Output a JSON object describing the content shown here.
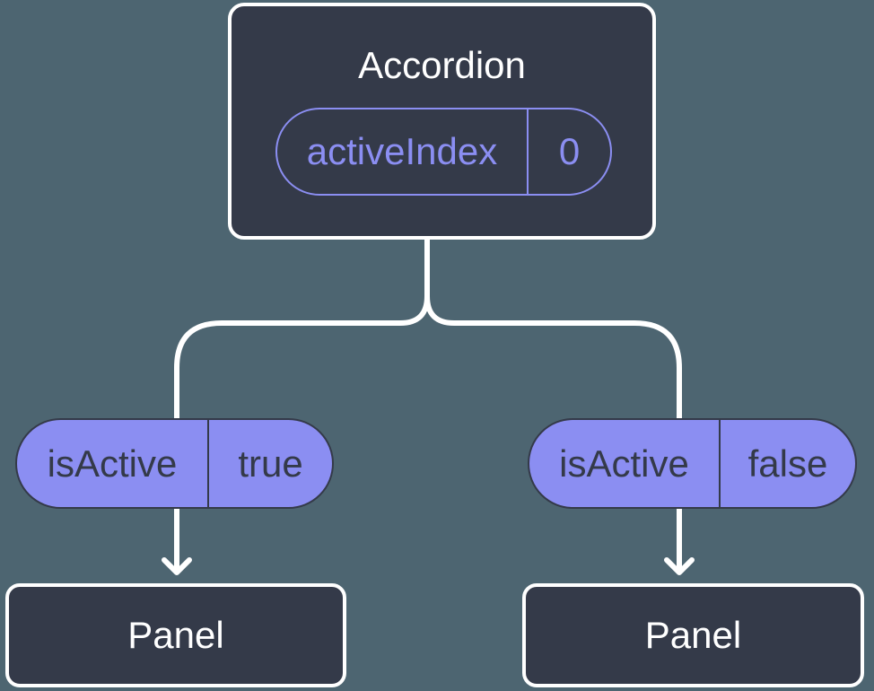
{
  "colors": {
    "background": "#4D6571",
    "node_fill": "#343A49",
    "node_border": "#FFFFFF",
    "pill_fill": "#8B8EF2",
    "pill_text": "#343A49",
    "accent_purple": "#8B8EF2",
    "connector": "#FFFFFF"
  },
  "diagram": {
    "type": "component-tree",
    "root": {
      "title": "Accordion",
      "state": {
        "key": "activeIndex",
        "value": "0"
      }
    },
    "children": [
      {
        "prop": {
          "key": "isActive",
          "value": "true"
        },
        "node": {
          "title": "Panel"
        }
      },
      {
        "prop": {
          "key": "isActive",
          "value": "false"
        },
        "node": {
          "title": "Panel"
        }
      }
    ]
  }
}
